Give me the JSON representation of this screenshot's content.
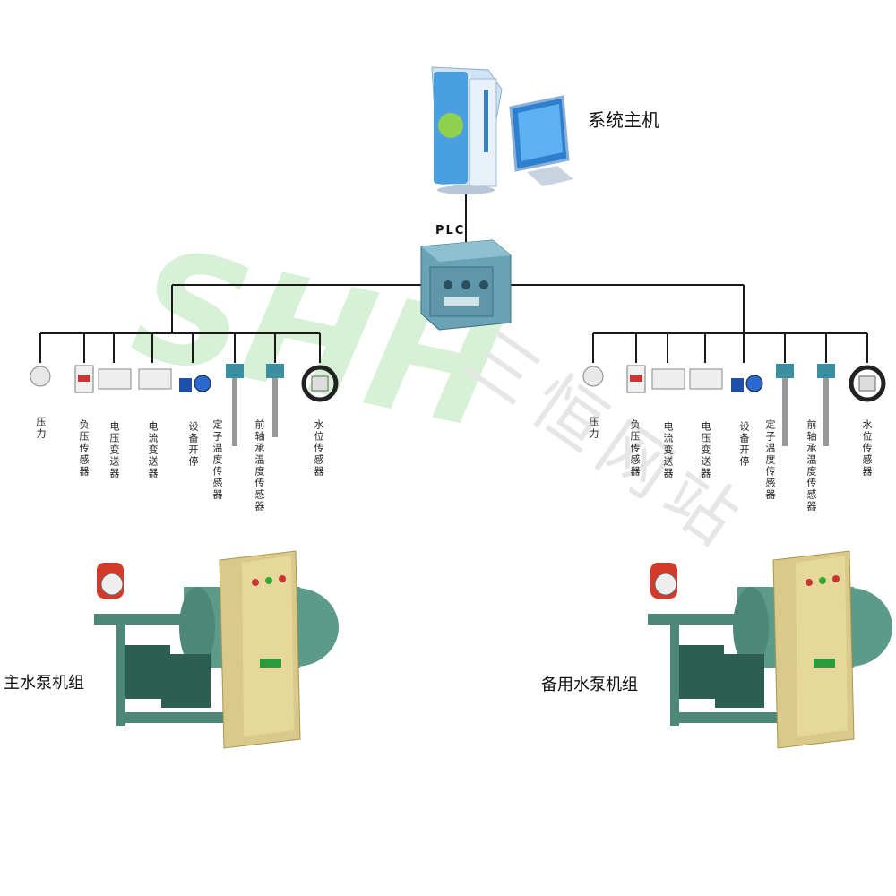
{
  "host_label": "系统主机",
  "plc_label": "PLC",
  "watermark": {
    "logo": "SHH",
    "text": "三恒网站"
  },
  "left_group": {
    "pump_label": "主水泵机组",
    "sensors": [
      {
        "label": "压力",
        "icon": "pressure-gauge-icon"
      },
      {
        "label": "负压传感器",
        "icon": "negative-pressure-sensor-icon"
      },
      {
        "label": "电压变送器",
        "icon": "voltage-transmitter-icon"
      },
      {
        "label": "电流变送器",
        "icon": "current-transmitter-icon"
      },
      {
        "label": "设备开停",
        "icon": "on-off-sensor-icon"
      },
      {
        "label": "定子温度传感器",
        "icon": "temperature-probe-icon"
      },
      {
        "label": "前轴承温度传感器",
        "icon": "temperature-probe-icon"
      },
      {
        "label": "水位传感器",
        "icon": "water-level-sensor-icon"
      }
    ]
  },
  "right_group": {
    "pump_label": "备用水泵机组",
    "sensors": [
      {
        "label": "压力",
        "icon": "pressure-gauge-icon"
      },
      {
        "label": "负压传感器",
        "icon": "negative-pressure-sensor-icon"
      },
      {
        "label": "电流变送器",
        "icon": "current-transmitter-icon"
      },
      {
        "label": "电压变送器",
        "icon": "voltage-transmitter-icon"
      },
      {
        "label": "设备开停",
        "icon": "on-off-sensor-icon"
      },
      {
        "label": "定子温度传感器",
        "icon": "temperature-probe-icon"
      },
      {
        "label": "前轴承温度传感器",
        "icon": "temperature-probe-icon"
      },
      {
        "label": "水位传感器",
        "icon": "water-level-sensor-icon"
      }
    ]
  },
  "colors": {
    "line": "#1a1a1a",
    "pump_body": "#5c9a8a",
    "cabinet": "#d9c98a",
    "plc_box": "#6aa3b5",
    "monitor": "#3a8fd8",
    "watermark_green": "#8fd18f"
  }
}
